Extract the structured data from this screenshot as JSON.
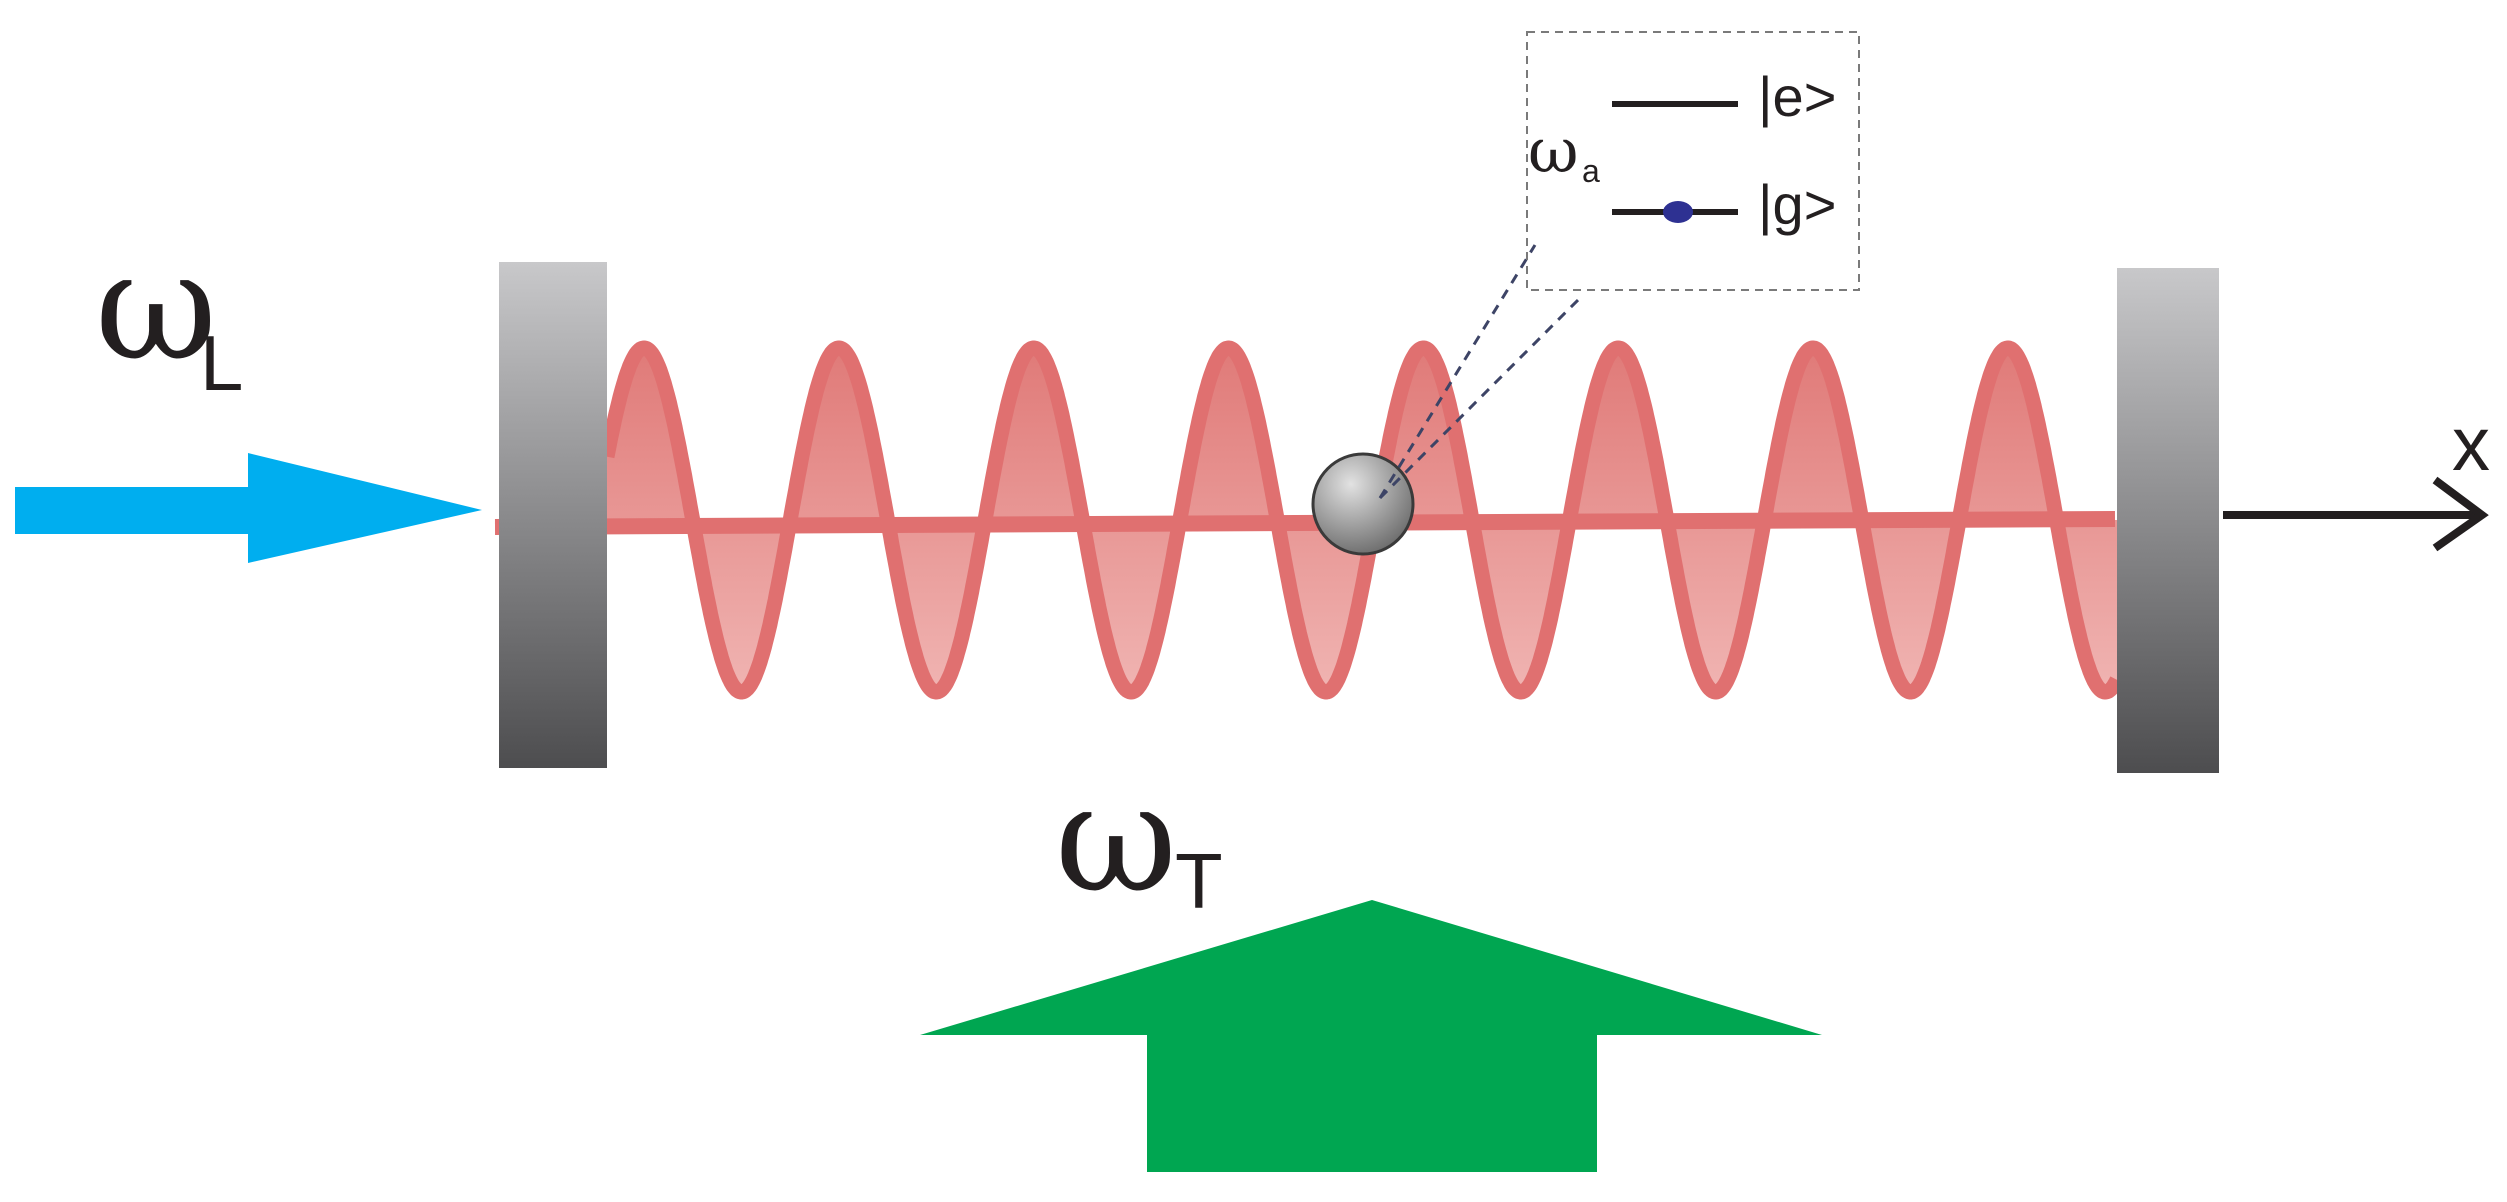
{
  "labels": {
    "laser_symbol": "ω",
    "laser_subscript": "L",
    "transverse_symbol": "ω",
    "transverse_subscript": "T",
    "atom_symbol": "ω",
    "atom_subscript": "a",
    "excited_state": "|e>",
    "ground_state": "|g>",
    "axis": "x"
  },
  "colors": {
    "laser_arrow": "#00aeef",
    "pump_arrow": "#00a651",
    "standing_wave": "#e07070",
    "wave_fill": "#e8908f",
    "atom": "#8a8a8a",
    "ground_population": "#2e3192",
    "mirror_top": "#c8c8ca",
    "mirror_bottom": "#4d4d4f"
  },
  "standing_wave": {
    "antinodes": 8
  }
}
